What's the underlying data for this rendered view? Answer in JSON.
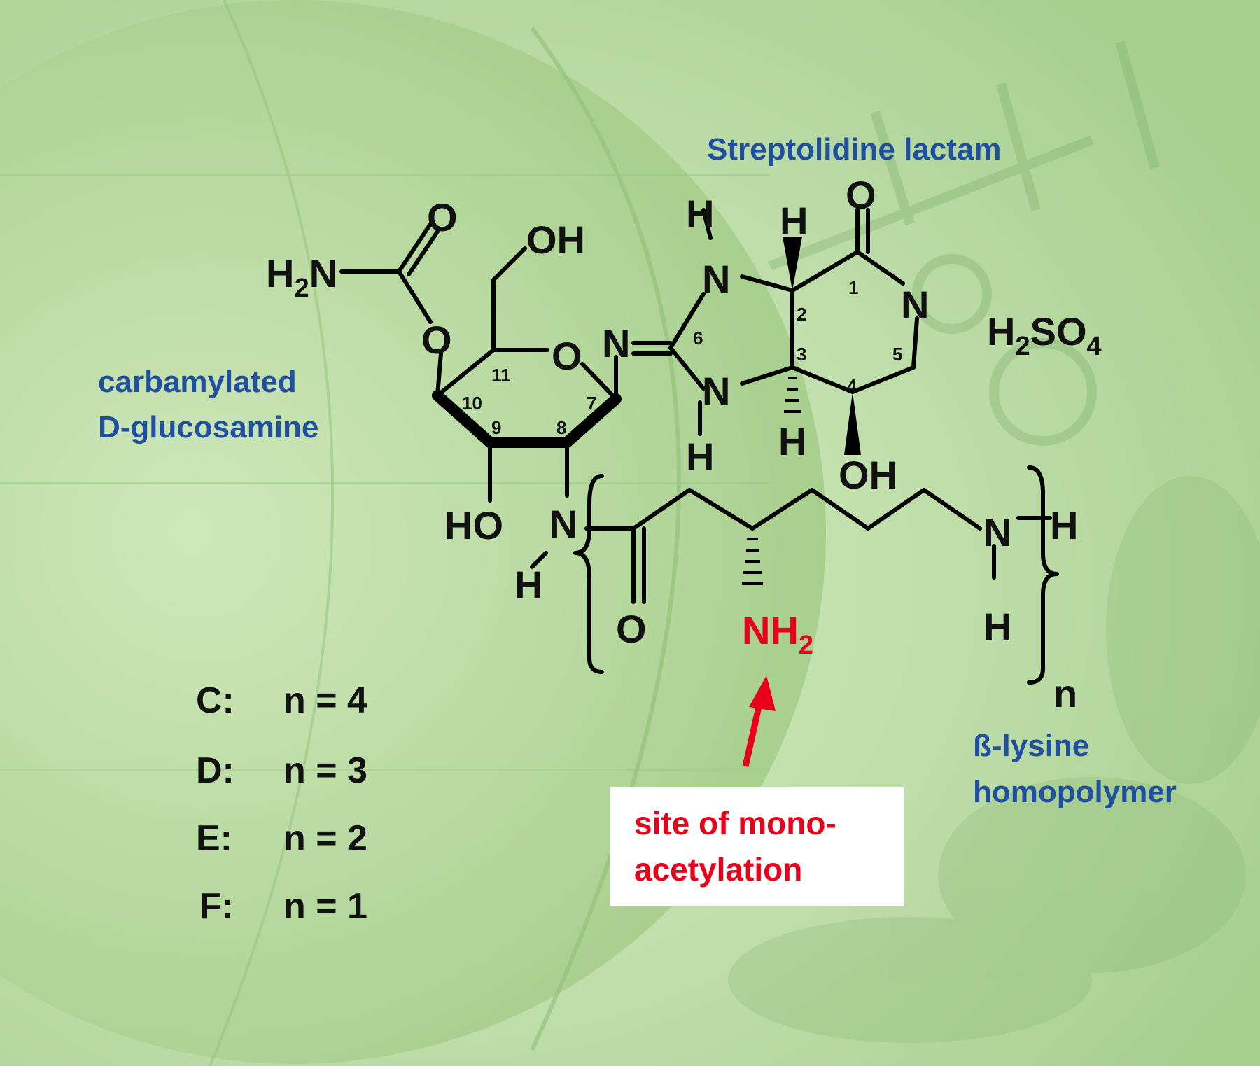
{
  "regions": {
    "streptolidine": "Streptolidine lactam",
    "glucosamine_line1": "carbamylated",
    "glucosamine_line2": "D-glucosamine",
    "lysine_line1": "ß-lysine",
    "lysine_line2": "homopolymer"
  },
  "annotation": {
    "line1": "site of mono-",
    "line2": "acetylation",
    "color": "#e8001a"
  },
  "acid": {
    "main": "H",
    "sub1": "2",
    "main2": "SO",
    "sub2": "4"
  },
  "series": [
    {
      "label": "C:",
      "value": "n = 4"
    },
    {
      "label": "D:",
      "value": "n = 3"
    },
    {
      "label": "E:",
      "value": "n = 2"
    },
    {
      "label": "F:",
      "value": "n = 1"
    }
  ],
  "atoms": {
    "H2N": "H",
    "H2N_sub": "2",
    "H2N_N": "N",
    "carb_O": "O",
    "ring_O_link": "O",
    "OH_top": "OH",
    "ring_O": "O",
    "N_imine": "N",
    "N_top": "N",
    "H_top": "H",
    "H_stereo_top": "H",
    "lactam_O": "O",
    "N_lactam": "N",
    "N_bottom": "N",
    "H_bottom": "H",
    "H_stereo_bottom": "H",
    "OH_bottom": "OH",
    "HO": "HO",
    "N_amide": "N",
    "H_amide": "H",
    "amide_O": "O",
    "NH2": "NH",
    "NH2_sub": "2",
    "N_end": "N",
    "H_end_right": "H",
    "H_end_bottom": "H",
    "n_sub": "n"
  },
  "positions": {
    "p1": "1",
    "p2": "2",
    "p3": "3",
    "p4": "4",
    "p5": "5",
    "p6": "6",
    "p7": "7",
    "p8": "8",
    "p9": "9",
    "p10": "10",
    "p11": "11"
  },
  "colors": {
    "region_label": "#1f4fa0",
    "background": "#b9dca4",
    "text": "#111111"
  }
}
